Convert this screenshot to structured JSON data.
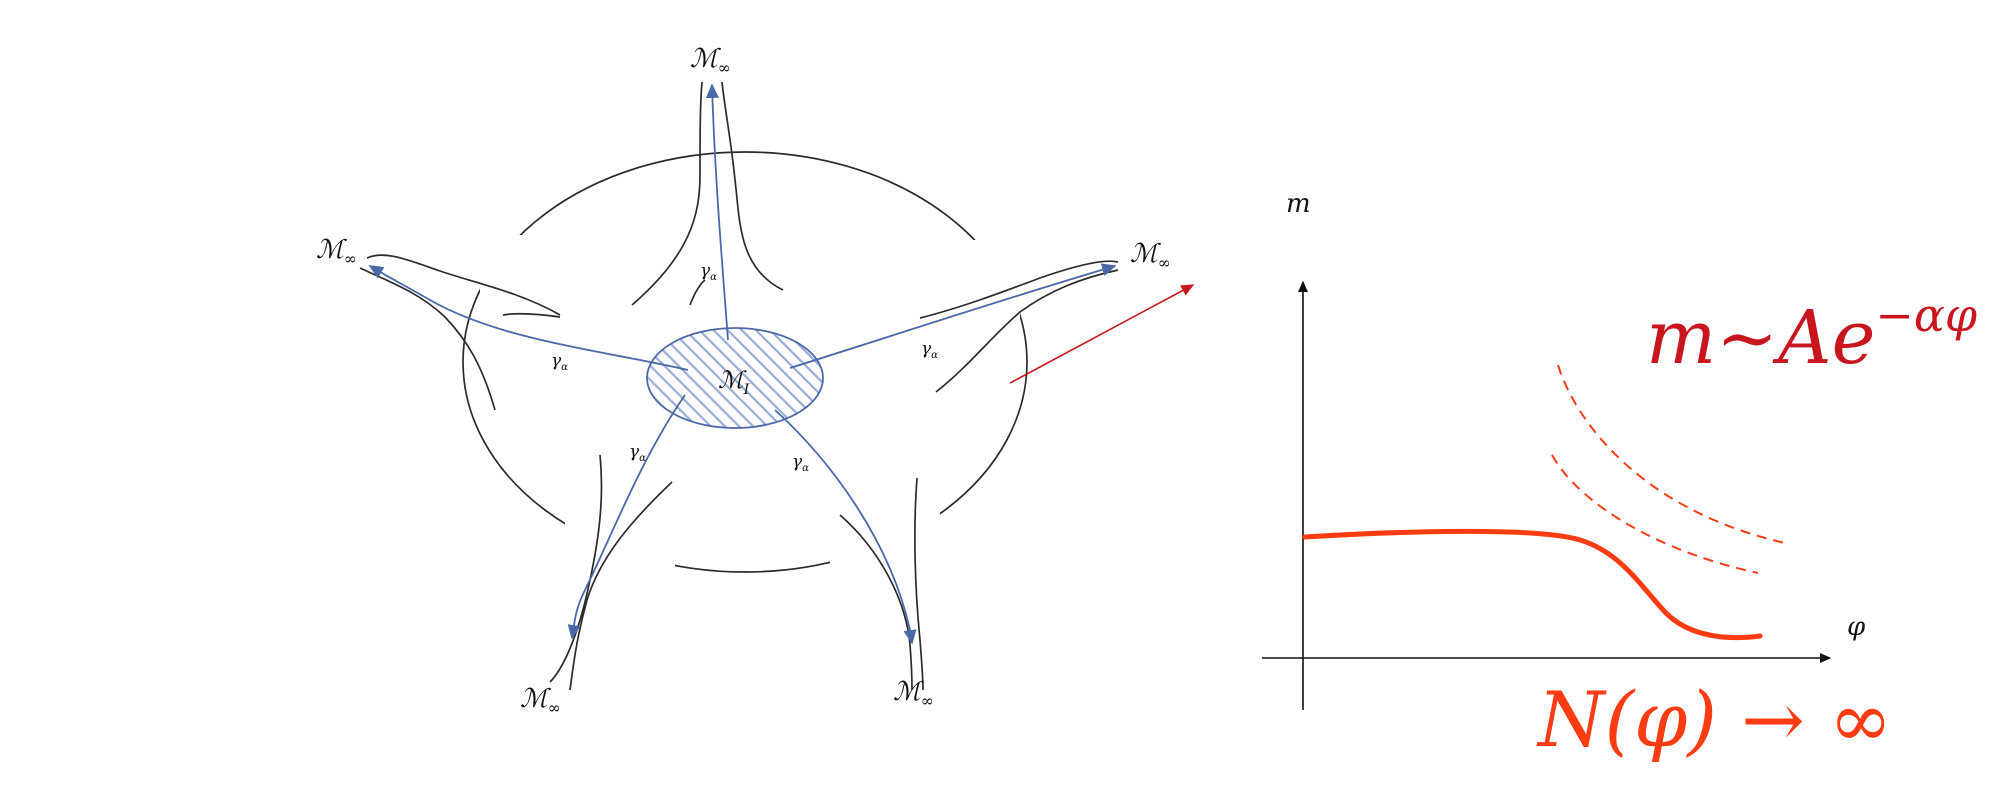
{
  "diagram": {
    "manifold_infinity_label": "ℳ",
    "infinity_subscript": "∞",
    "interior_label": "ℳ",
    "interior_subscript": "I",
    "geodesic_label": "γ",
    "geodesic_subscript": "α"
  },
  "plot": {
    "y_axis_label": "m",
    "x_axis_label": "φ",
    "formula_mass": {
      "base": "m~Ae",
      "exponent": "−αφ"
    },
    "formula_tower": "N(φ) → ∞"
  },
  "colors": {
    "outline": "#2b2b2b",
    "geodesic": "#4a68a8",
    "hatch": "#9aaed6",
    "arrow_red": "#c8161e",
    "curve_orange": "#ff3b12",
    "formula_red": "#c8161e"
  }
}
